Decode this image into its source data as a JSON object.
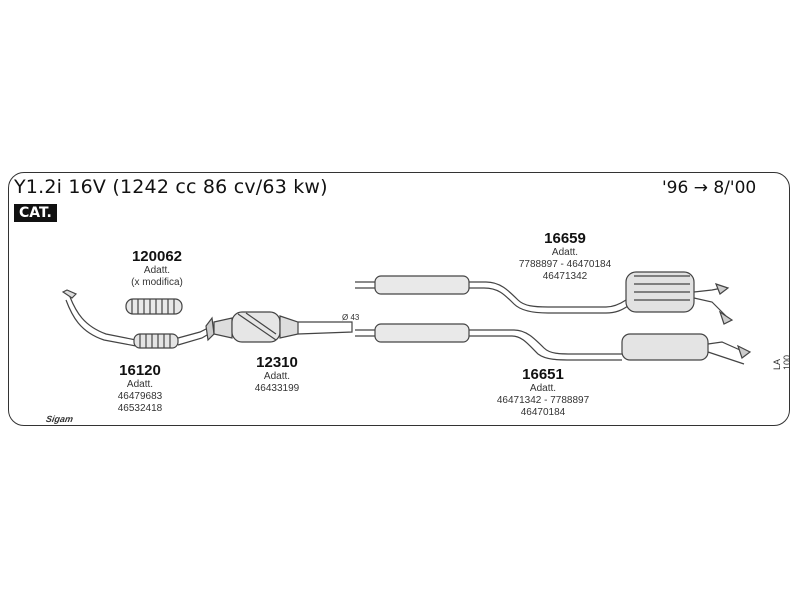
{
  "header": {
    "title": "Y1.2i 16V (1242 cc 86 cv/63 kw)",
    "years": "'96 → 8/'00",
    "badge": "CAT."
  },
  "parts": [
    {
      "code": "120062",
      "lines": [
        "Adatt.",
        "(x modifica)"
      ]
    },
    {
      "code": "16120",
      "lines": [
        "Adatt.",
        "46479683",
        "46532418"
      ]
    },
    {
      "code": "12310",
      "lines": [
        "Adatt.",
        "46433199"
      ]
    },
    {
      "code": "16659",
      "lines": [
        "Adatt.",
        "7788897 - 46470184",
        "46471342"
      ]
    },
    {
      "code": "16651",
      "lines": [
        "Adatt.",
        "46471342 - 7788897",
        "46470184"
      ]
    }
  ],
  "diameter_label": "Ø 43",
  "side_label": "LA 100",
  "logo": "Sigam"
}
